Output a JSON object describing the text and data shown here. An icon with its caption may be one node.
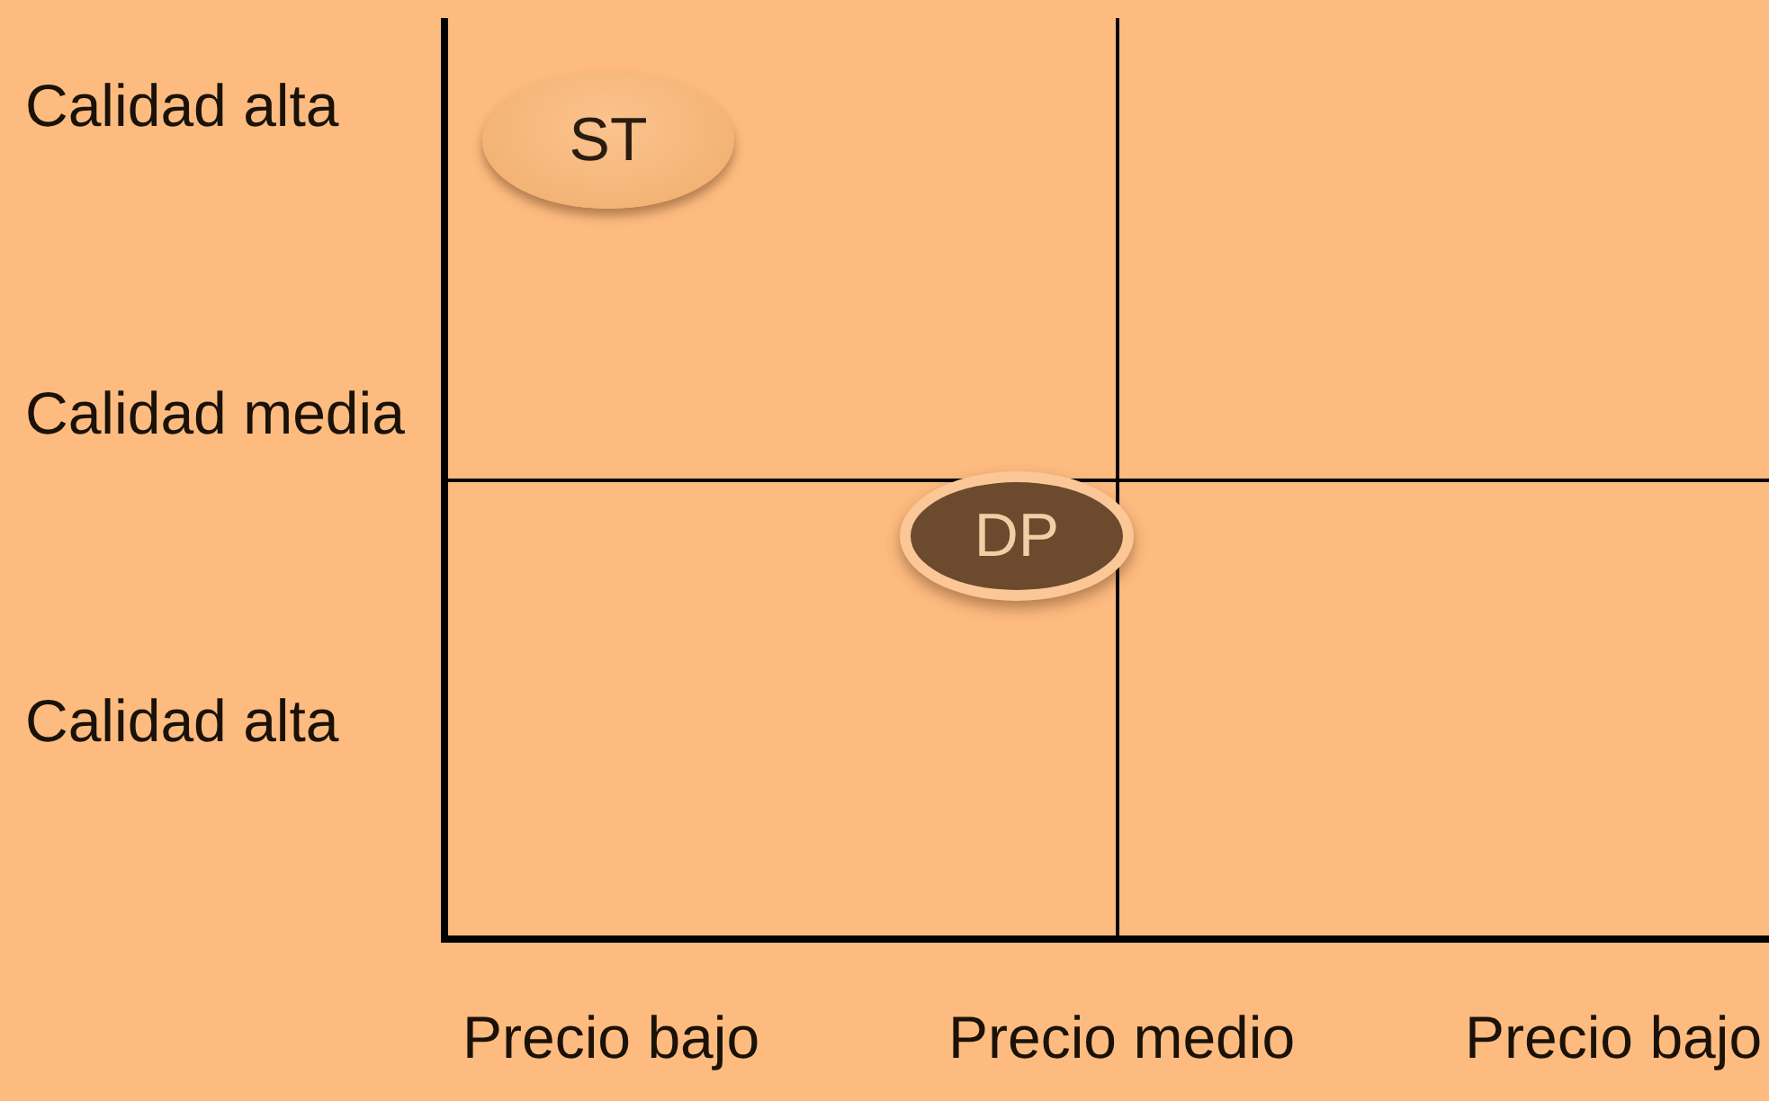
{
  "diagram": {
    "nodes": [
      {
        "text": [
          "ST"
        ]
      },
      {
        "text": [
          "DP"
        ]
      }
    ],
    "labels": [
      "Calidad alta",
      "Calidad media",
      "Calidad alta",
      "Precio bajo",
      "Precio medio",
      "Precio bajo"
    ]
  }
}
